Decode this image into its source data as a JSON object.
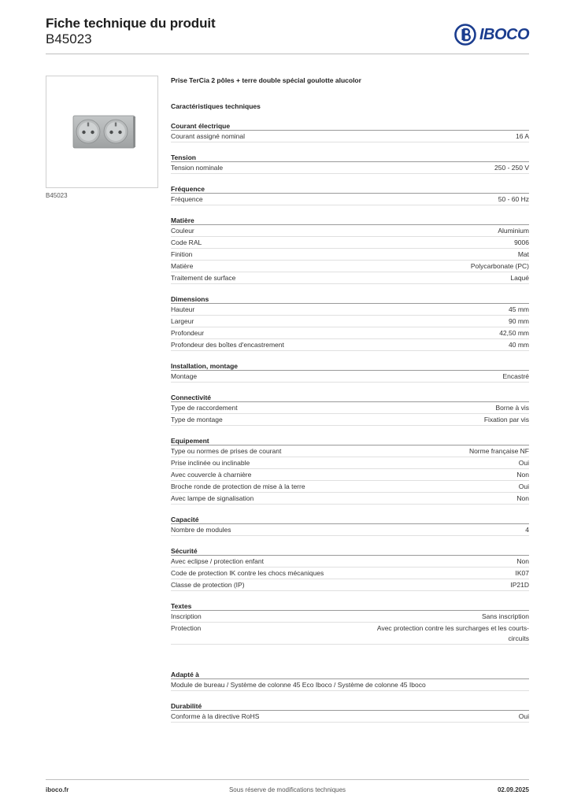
{
  "header": {
    "title": "Fiche technique du produit",
    "reference": "B45023",
    "logo_text": "IBOCO",
    "logo_color": "#1b3d8f"
  },
  "image": {
    "caption": "B45023",
    "product_color": "#a9acad"
  },
  "product": {
    "name": "Prise TerCia 2 pôles + terre double spécial goulotte alucolor",
    "heading": "Caractéristiques techniques"
  },
  "sections": [
    {
      "title": "Courant électrique",
      "rows": [
        {
          "label": "Courant assigné nominal",
          "value": "16 A"
        }
      ]
    },
    {
      "title": "Tension",
      "rows": [
        {
          "label": "Tension nominale",
          "value": "250 - 250 V"
        }
      ]
    },
    {
      "title": "Fréquence",
      "rows": [
        {
          "label": "Fréquence",
          "value": "50 - 60 Hz"
        }
      ]
    },
    {
      "title": "Matière",
      "rows": [
        {
          "label": "Couleur",
          "value": "Aluminium"
        },
        {
          "label": "Code RAL",
          "value": "9006"
        },
        {
          "label": "Finition",
          "value": "Mat"
        },
        {
          "label": "Matière",
          "value": "Polycarbonate (PC)"
        },
        {
          "label": "Traitement de surface",
          "value": "Laqué"
        }
      ]
    },
    {
      "title": "Dimensions",
      "rows": [
        {
          "label": "Hauteur",
          "value": "45 mm"
        },
        {
          "label": "Largeur",
          "value": "90 mm"
        },
        {
          "label": "Profondeur",
          "value": "42,50 mm"
        },
        {
          "label": "Profondeur des boîtes d'encastrement",
          "value": "40 mm"
        }
      ]
    },
    {
      "title": "Installation, montage",
      "rows": [
        {
          "label": "Montage",
          "value": "Encastré"
        }
      ]
    },
    {
      "title": "Connectivité",
      "rows": [
        {
          "label": "Type de raccordement",
          "value": "Borne à vis"
        },
        {
          "label": "Type de montage",
          "value": "Fixation par vis"
        }
      ]
    },
    {
      "title": "Equipement",
      "rows": [
        {
          "label": "Type ou normes de prises de courant",
          "value": "Norme française NF"
        },
        {
          "label": "Prise inclinée ou inclinable",
          "value": "Oui"
        },
        {
          "label": "Avec couvercle à charnière",
          "value": "Non"
        },
        {
          "label": "Broche ronde de protection de mise à la terre",
          "value": "Oui"
        },
        {
          "label": "Avec lampe de signalisation",
          "value": "Non"
        }
      ]
    },
    {
      "title": "Capacité",
      "rows": [
        {
          "label": "Nombre de modules",
          "value": "4"
        }
      ]
    },
    {
      "title": "Sécurité",
      "rows": [
        {
          "label": "Avec eclipse / protection enfant",
          "value": "Non"
        },
        {
          "label": "Code de protection IK contre les chocs mécaniques",
          "value": "IK07"
        },
        {
          "label": "Classe de protection (IP)",
          "value": "IP21D"
        }
      ]
    },
    {
      "title": "Textes",
      "rows": [
        {
          "label": "Inscription",
          "value": "Sans inscription"
        },
        {
          "label": "Protection",
          "value": "Avec protection contre les surcharges et les courts-circuits"
        }
      ]
    }
  ],
  "extra_sections": [
    {
      "title": "Adapté à",
      "rows": [
        {
          "label": "Module de bureau / Système de colonne 45 Eco Iboco / Système de colonne 45 Iboco",
          "value": ""
        }
      ]
    },
    {
      "title": "Durabilité",
      "rows": [
        {
          "label": "Conforme à la directive RoHS",
          "value": "Oui"
        }
      ]
    }
  ],
  "footer": {
    "website": "iboco.fr",
    "notice": "Sous réserve de modifications techniques",
    "date": "02.09.2025"
  }
}
